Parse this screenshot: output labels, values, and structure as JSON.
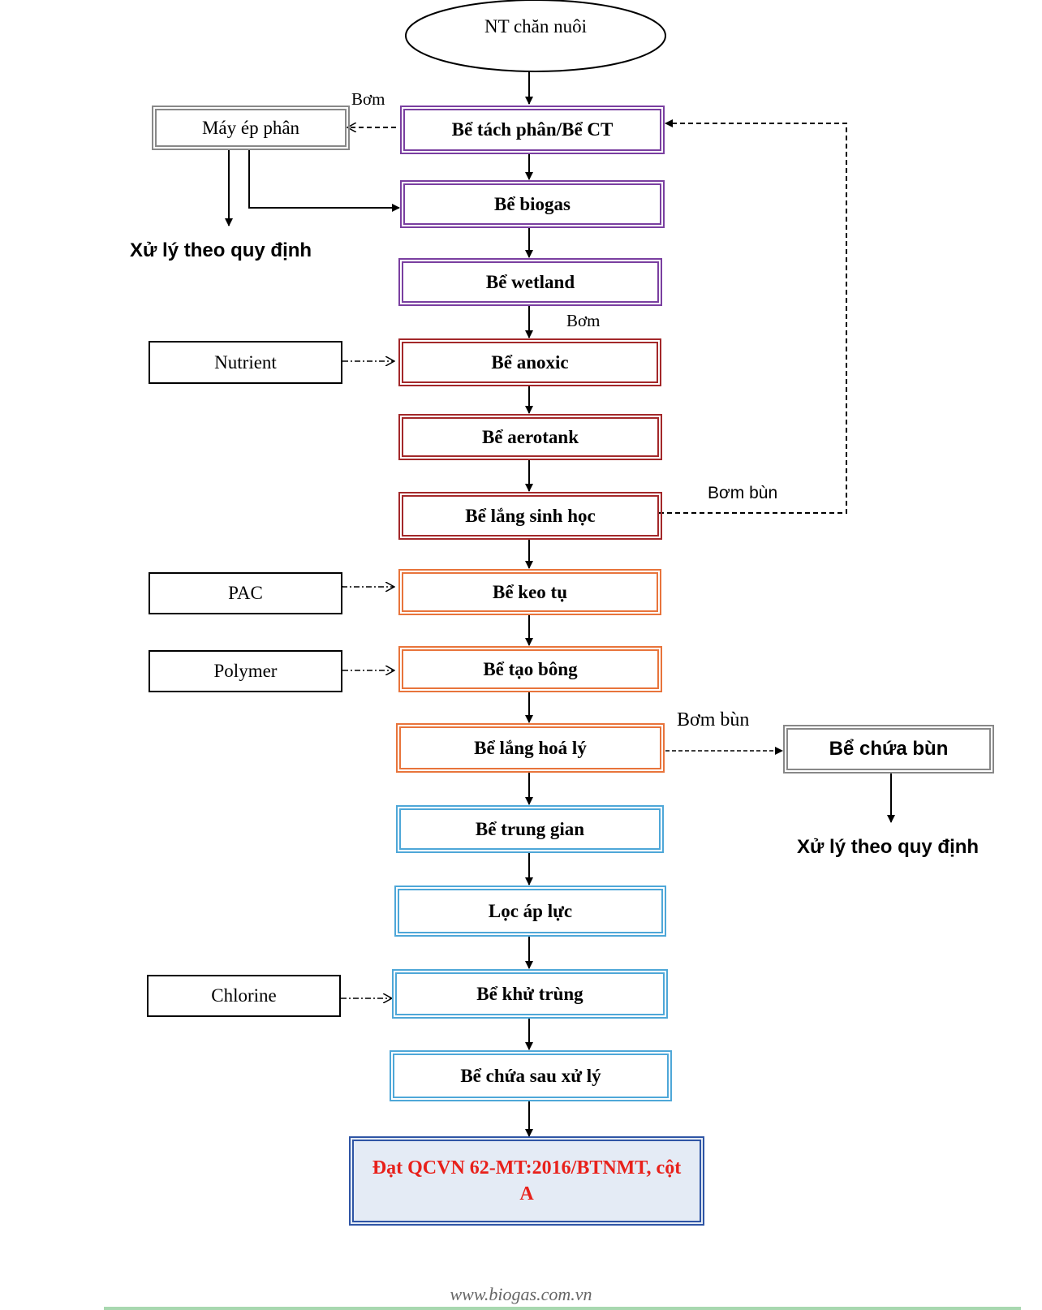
{
  "colors": {
    "purple": "#7a3fa0",
    "darkred": "#a3282a",
    "orange": "#e8743b",
    "lightblue": "#4ea7d8",
    "gray": "#888888",
    "navy": "#2f55a5",
    "final_text": "#e8211b",
    "final_bg": "#e4ebf5"
  },
  "start": "NT chăn nuôi",
  "stages": [
    "Bể tách phân/Bể CT",
    "Bể biogas",
    "Bể wetland",
    "Bể anoxic",
    "Bể aerotank",
    "Bể lắng sinh học",
    "Bể keo tụ",
    "Bể tạo bông",
    "Bể lắng hoá lý",
    "Bể trung gian",
    "Lọc áp lực",
    "Bể khử trùng",
    "Bể chứa sau xử lý"
  ],
  "result": "Đạt QCVN 62-MT:2016/BTNMT, cột A",
  "side": {
    "press": "Máy ép phân",
    "press_out": "Xử lý theo quy định",
    "sludge_tank": "Bể chứa bùn",
    "sludge_out": "Xử lý theo quy định"
  },
  "chemicals": {
    "nutrient": "Nutrient",
    "pac": "PAC",
    "polymer": "Polymer",
    "chlorine": "Chlorine"
  },
  "labels": {
    "pump1": "Bơm",
    "pump2": "Bơm",
    "sludge_pump1": "Bơm bùn",
    "sludge_pump2": "Bơm bùn"
  },
  "footer": "www.biogas.com.vn"
}
